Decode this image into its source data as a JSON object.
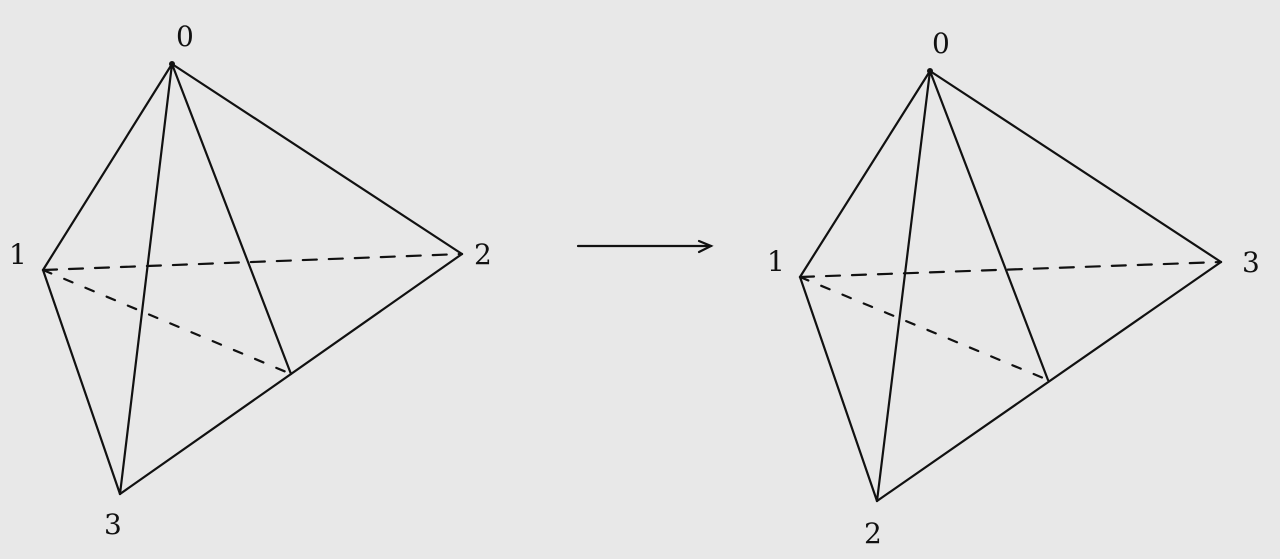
{
  "diagrams": [
    {
      "id": "left",
      "labels": {
        "top": "0",
        "left": "1",
        "right": "2",
        "bottom": "3"
      }
    },
    {
      "id": "right",
      "labels": {
        "top": "0",
        "left": "1",
        "right": "3",
        "bottom": "2"
      }
    }
  ],
  "arrow": {
    "direction": "right"
  },
  "colors": {
    "background": "#e8e8e8",
    "ink": "#111111"
  }
}
